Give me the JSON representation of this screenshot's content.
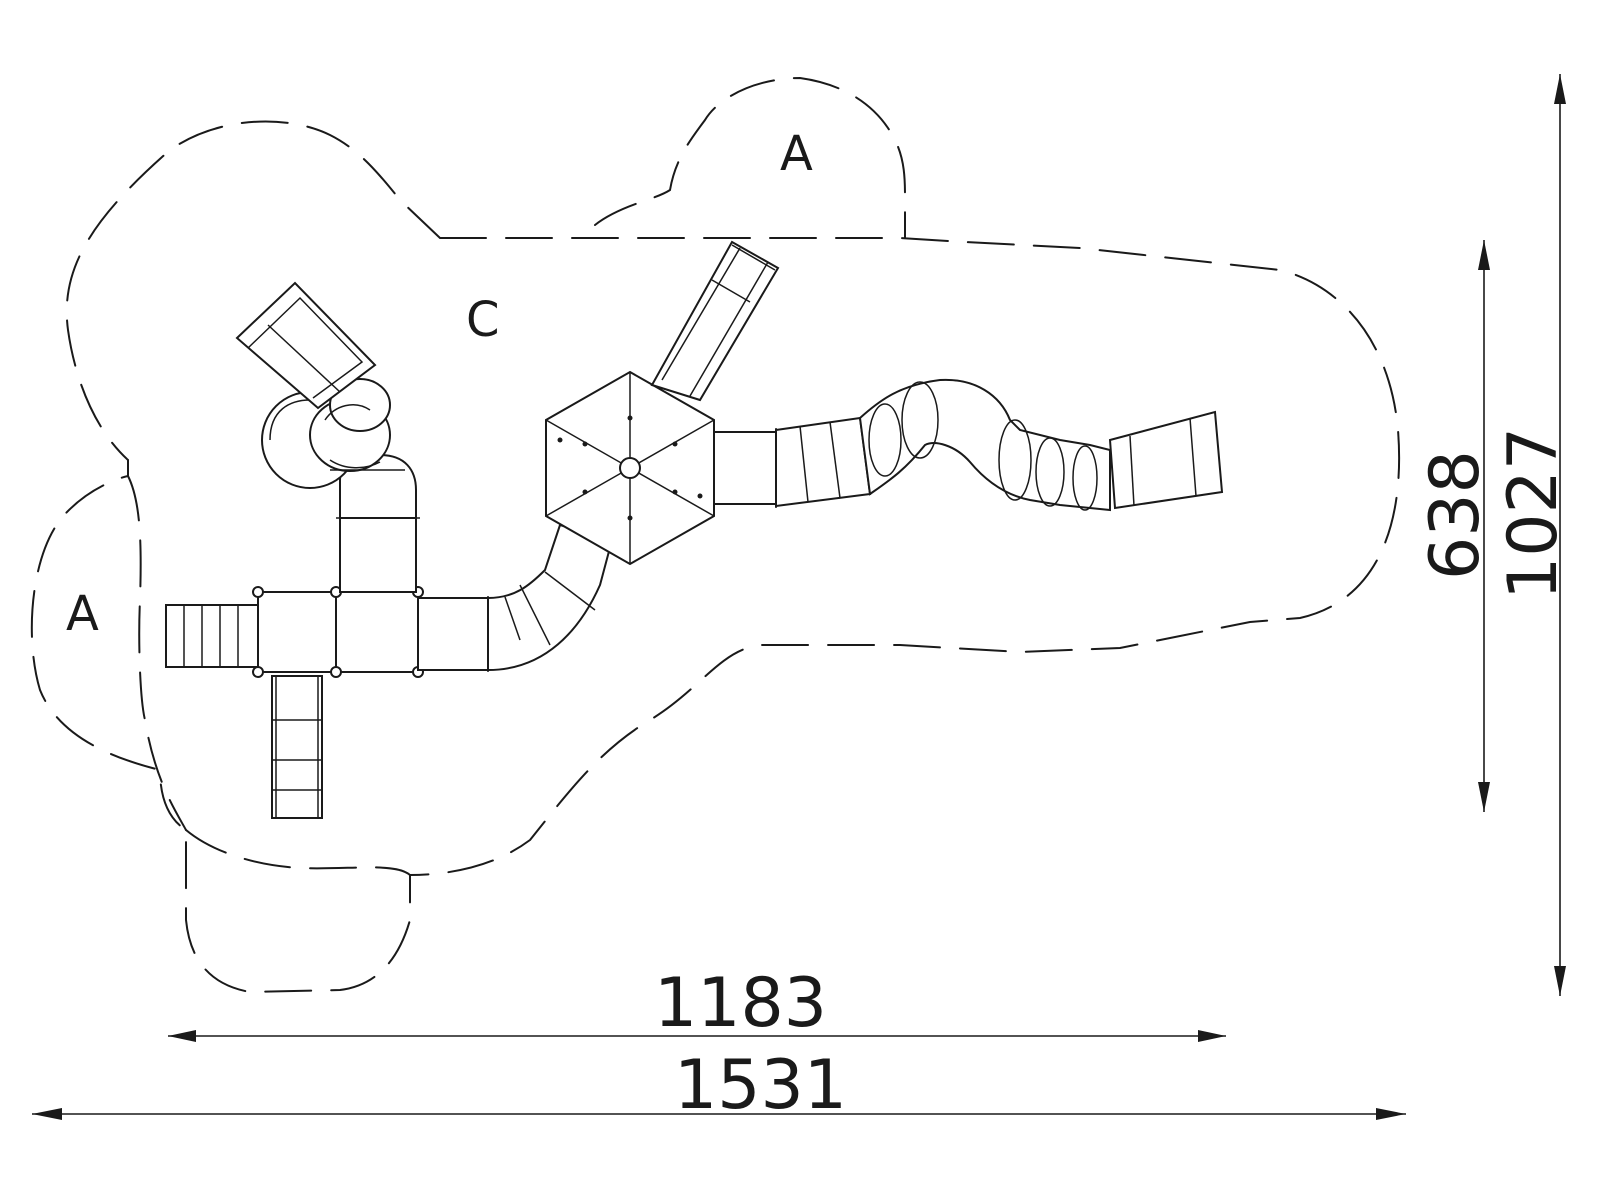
{
  "zones": [
    {
      "id": "zone-a-left",
      "label": "A"
    },
    {
      "id": "zone-a-top",
      "label": "A"
    },
    {
      "id": "zone-c",
      "label": "C"
    }
  ],
  "dimensions": {
    "inner_width": "1183",
    "outer_width": "1531",
    "inner_height": "638",
    "outer_height": "1027"
  },
  "colors": {
    "line": "#1a1a1a",
    "background": "#ffffff"
  }
}
